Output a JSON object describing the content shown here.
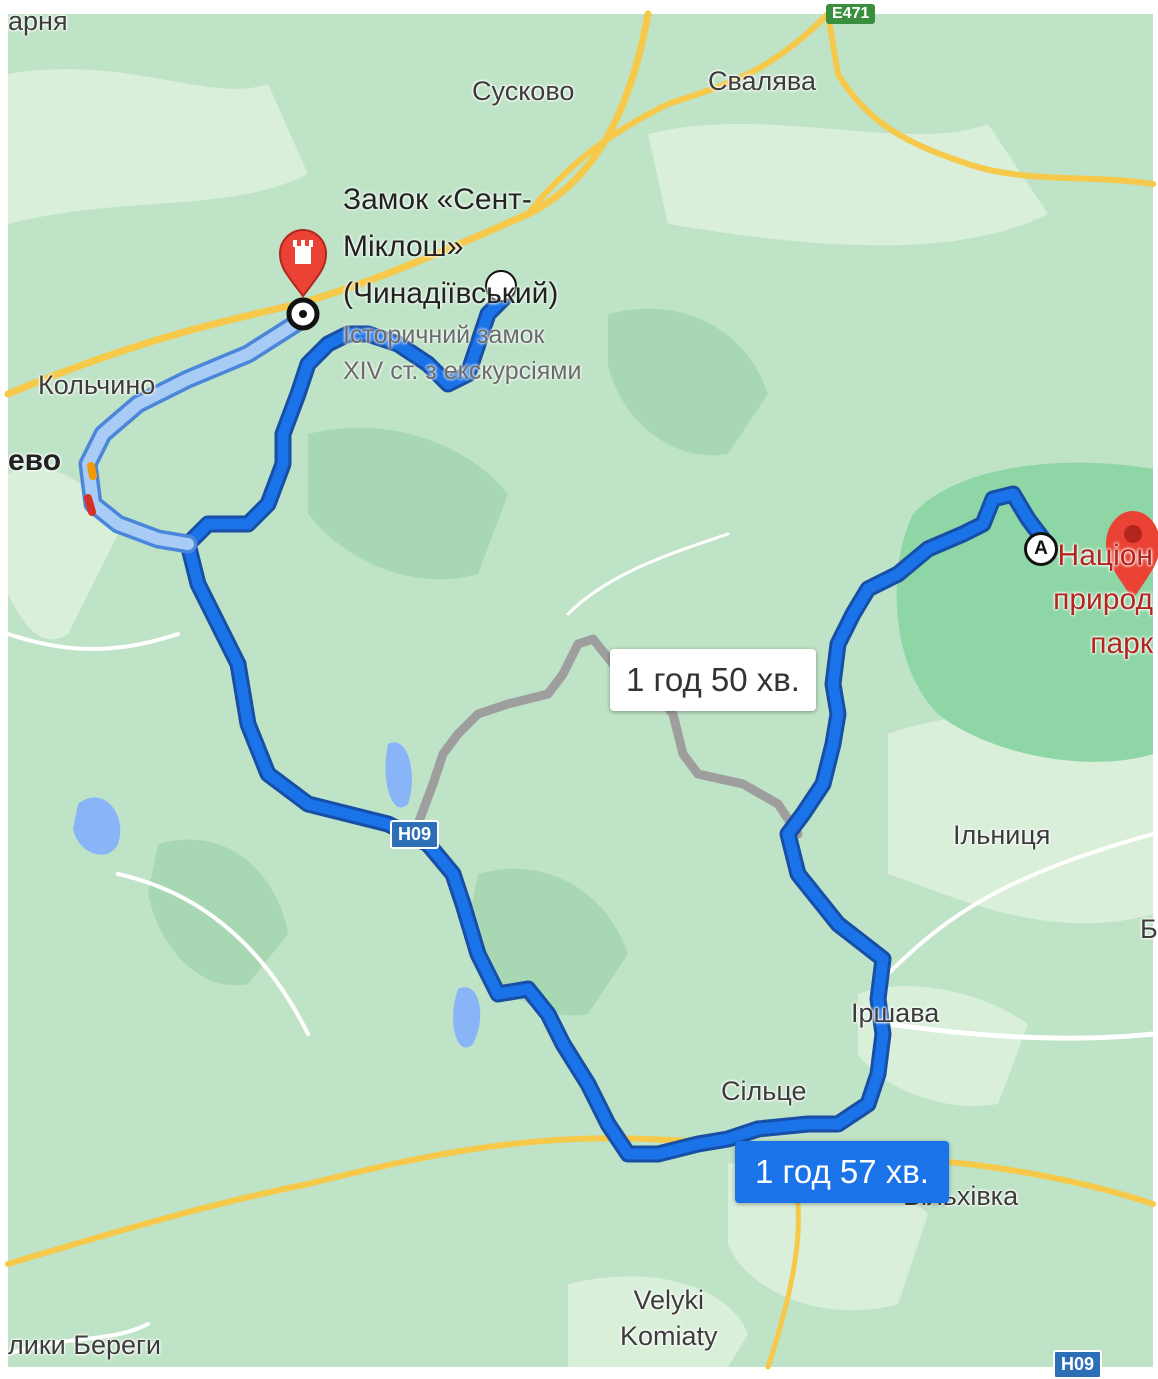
{
  "places": {
    "arnia": "арня",
    "suskovo": "Сусково",
    "svaliava": "Свалява",
    "kolchyno": "Кольчино",
    "evo": "ево",
    "ilnytsia": "Ільниця",
    "irshava": "Іршава",
    "silce": "Сільце",
    "vilkhivka": "Вільхівка",
    "velyki_komiaty": "Velyki\nKomiaty",
    "lyki_berehy": "лики Береги",
    "edge_b": "Б"
  },
  "castle_poi": {
    "line1": "Замок «Сент-",
    "line2": "Міклош»",
    "line3": "(Чинадіївський)",
    "desc1": "Історичний замок",
    "desc2": "XIV ст. з екскурсіями"
  },
  "park_poi": {
    "line1": "Націон",
    "line2": "природ",
    "line3": "парк"
  },
  "routes": {
    "alt_duration": "1 год 50 хв.",
    "main_duration": "1 год 57 хв."
  },
  "road_shields": {
    "h09": "H09",
    "h09_bottom": "H09",
    "e471": "E471"
  },
  "markers": {
    "start_label": "A"
  },
  "colors": {
    "map_green": "#bfe3c6",
    "park_green": "#8fd6a6",
    "route_blue": "#1a73e8",
    "route_light": "#4fa3f7",
    "alt_route_gray": "#9e9e9e",
    "pin_red": "#ea4335",
    "road_yellow": "#f6c94a"
  }
}
